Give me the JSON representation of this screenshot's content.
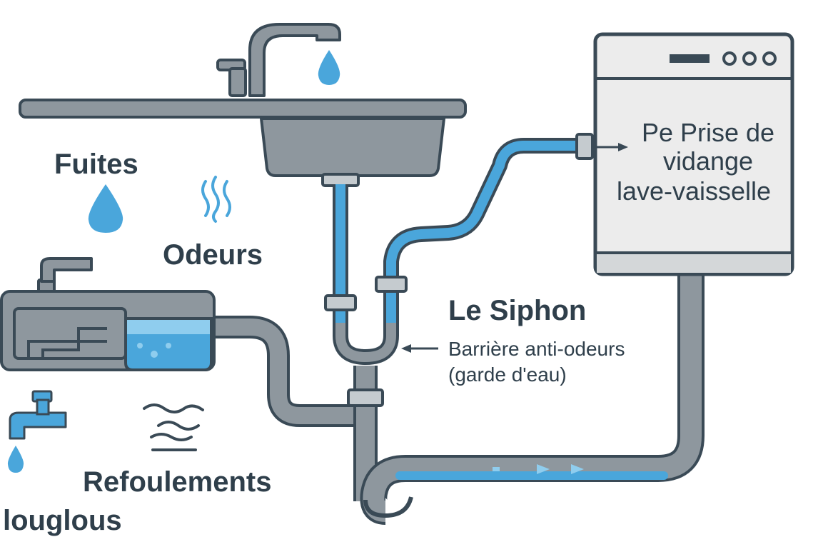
{
  "labels": {
    "fuites": "Fuites",
    "odeurs": "Odeurs",
    "refoulements": "Refoulements",
    "glouglous": "louglous",
    "siphon_title": "Le Siphon",
    "siphon_desc_line1": "Barrière anti-odeurs",
    "siphon_desc_line2": "(garde d'eau)",
    "dishwasher_line1": "Pe Prise de",
    "dishwasher_line2": "vidange",
    "dishwasher_line3": "lave-vaisselle"
  },
  "icons": {
    "faucet": "faucet-icon",
    "water_drop": "water-drop-icon",
    "odor_waves": "odor-waves-icon",
    "backflow_waves": "backflow-waves-icon",
    "dishwasher": "dishwasher-icon",
    "arrow": "arrow-icon"
  },
  "colors": {
    "outline": "#3a4a56",
    "metal": "#8e979e",
    "metal_light": "#c5cbcf",
    "water": "#4aa6db",
    "water_light": "#8fcdee",
    "text": "#2f3f4b"
  }
}
